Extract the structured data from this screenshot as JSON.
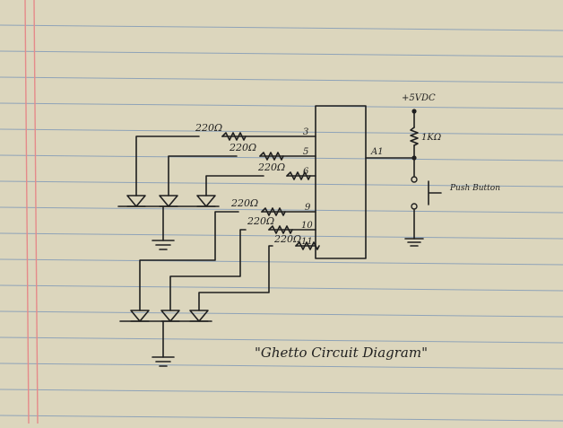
{
  "paper": {
    "background": "#dcd6bd",
    "rule_color": "#8fa3b8",
    "margin_color": "#e58a8a",
    "ink_color": "#1f1f1f"
  },
  "resistors": {
    "r1": "220Ω",
    "r2": "220Ω",
    "r3": "220Ω",
    "r4": "220Ω",
    "r5": "220Ω",
    "r6": "220Ω"
  },
  "pins": {
    "p3": "3",
    "p5": "5",
    "p6": "6",
    "p9": "9",
    "p10": "10",
    "p11": "11",
    "pA1": "A1"
  },
  "supply": {
    "label": "+5VDC",
    "pullup": "1KΩ"
  },
  "switch": {
    "label": "Push Button"
  },
  "caption": "\"Ghetto Circuit Diagram\""
}
